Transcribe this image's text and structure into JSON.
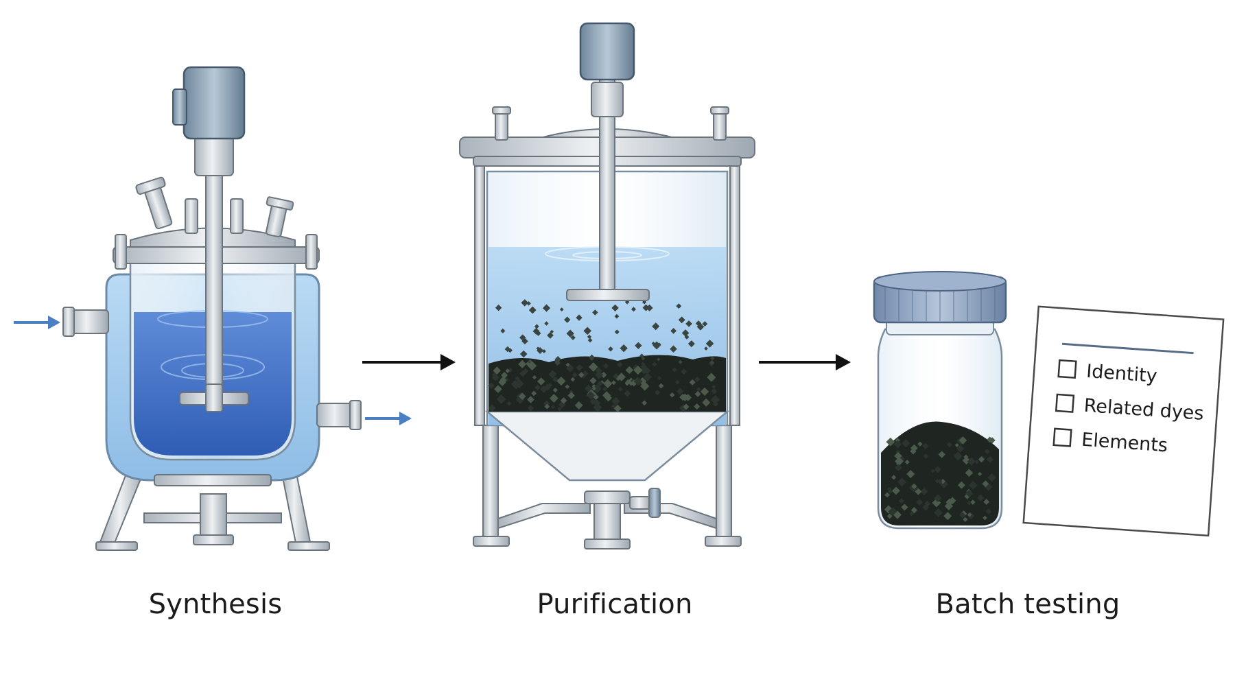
{
  "stages": [
    {
      "label": "Synthesis",
      "icon": "jacketed-reactor-icon"
    },
    {
      "label": "Purification",
      "icon": "crystallizer-tank-icon"
    },
    {
      "label": "Batch testing",
      "icon": "sample-jar-icon"
    }
  ],
  "checklist": {
    "items": [
      "Identity",
      "Related dyes",
      "Elements"
    ]
  },
  "colors": {
    "liquid_deep": "#3f6fc8",
    "liquid_light": "#a9cdee",
    "jacket": "#bfe0f5",
    "steel": "#c9d0d6",
    "motor": "#8fa6b9",
    "crystals": "#1e2420",
    "flow_arrow": "#4a7fc4",
    "process_arrow": "#111111"
  }
}
